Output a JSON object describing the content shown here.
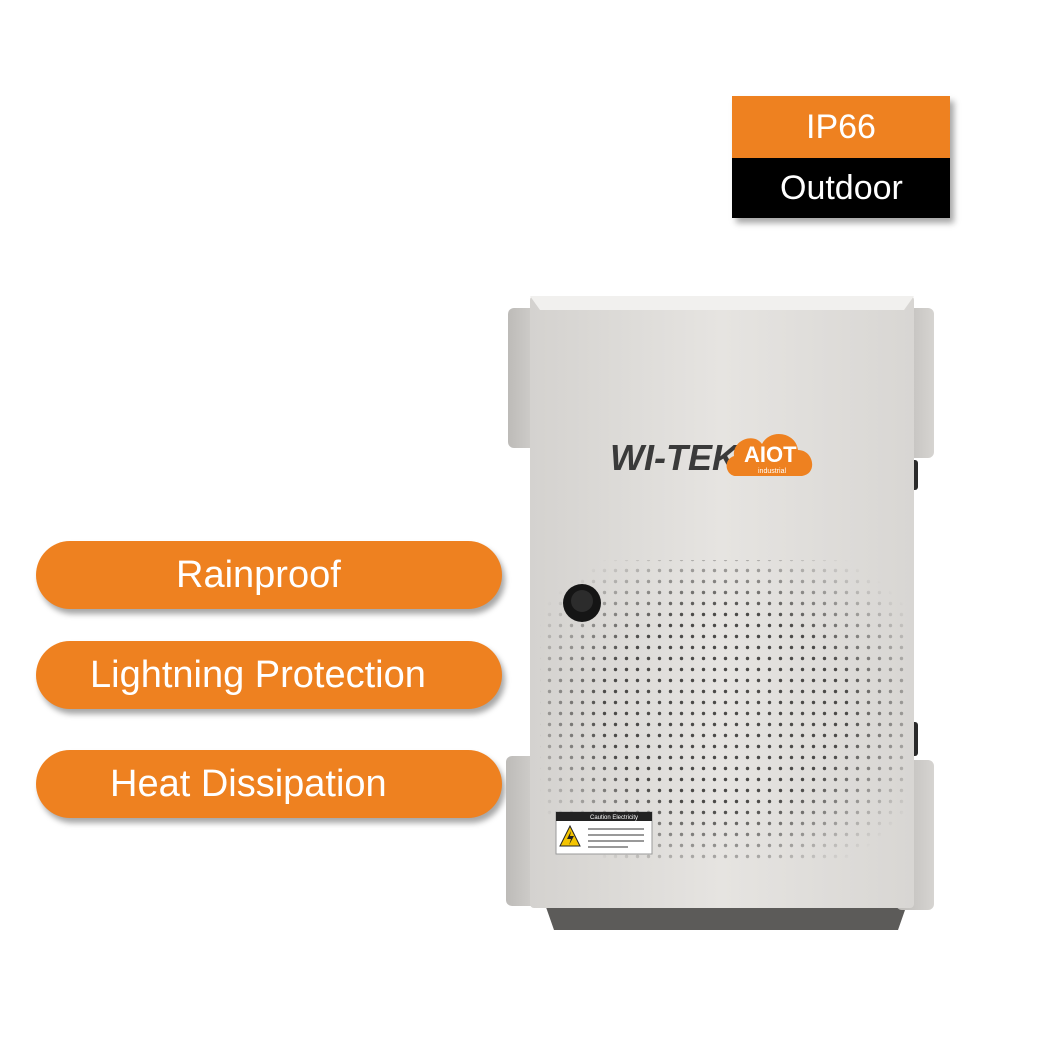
{
  "badge": {
    "rating": "IP66",
    "environment": "Outdoor",
    "colors": {
      "orange": "#ee8120",
      "black": "#000000"
    }
  },
  "features": [
    {
      "label": "Rainproof"
    },
    {
      "label": "Lightning Protection"
    },
    {
      "label": "Heat Dissipation"
    }
  ],
  "product": {
    "brand": "WI-TEK",
    "logo_text": "AIOT",
    "logo_subtext": "industrial",
    "warning_label": "Caution Electricity",
    "colors": {
      "body": "#e3e1de",
      "accent": "#ee8120",
      "dark": "#5c5b59"
    }
  }
}
